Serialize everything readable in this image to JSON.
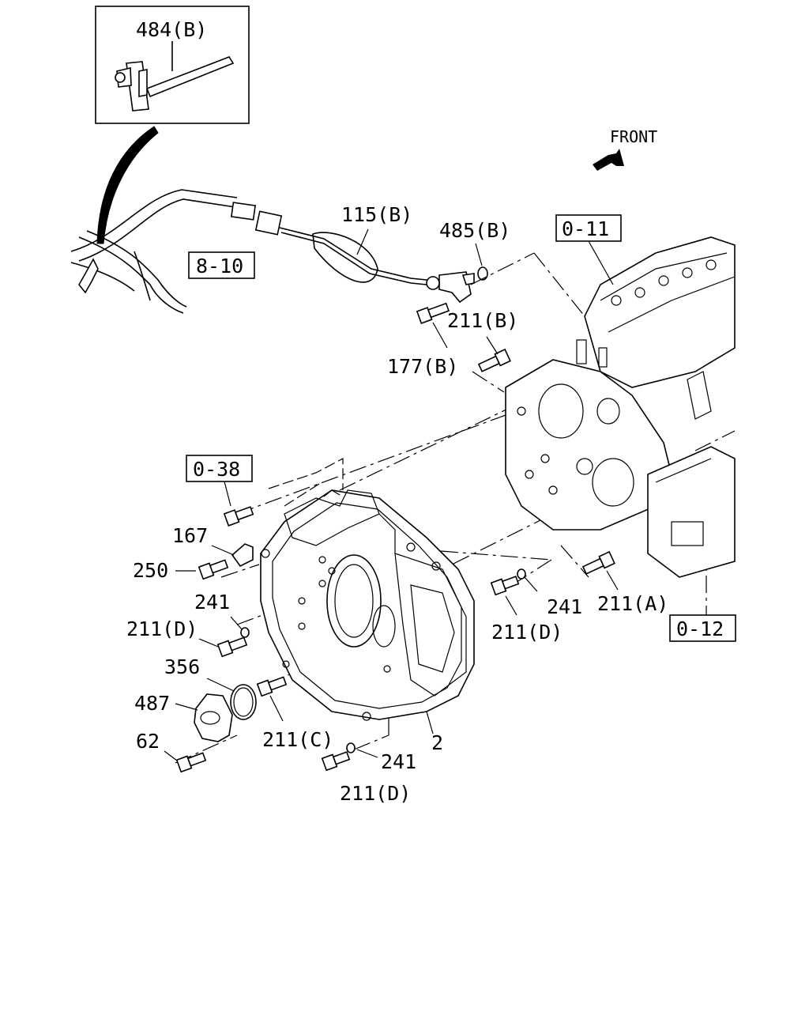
{
  "direction_label": "FRONT",
  "inset_label": "484(B)",
  "reference_boxes": {
    "harness": "8-10",
    "block_upper": "0-11",
    "block_lower": "0-12",
    "housing_top": "0-38"
  },
  "callouts": {
    "harness": "115(B)",
    "oring_sensor": "485(B)",
    "bolt_sensor": "177(B)",
    "bolt_b": "211(B)",
    "bracket": "167",
    "bolt_250": "250",
    "washer_left": "241",
    "bolt_d_left": "211(D)",
    "oring_cover": "356",
    "cover": "487",
    "bolt_62": "62",
    "bolt_c": "211(C)",
    "housing": "2",
    "washer_bottom": "241",
    "bolt_d_bottom": "211(D)",
    "washer_right": "241",
    "bolt_d_right": "211(D)",
    "bolt_a": "211(A)"
  }
}
